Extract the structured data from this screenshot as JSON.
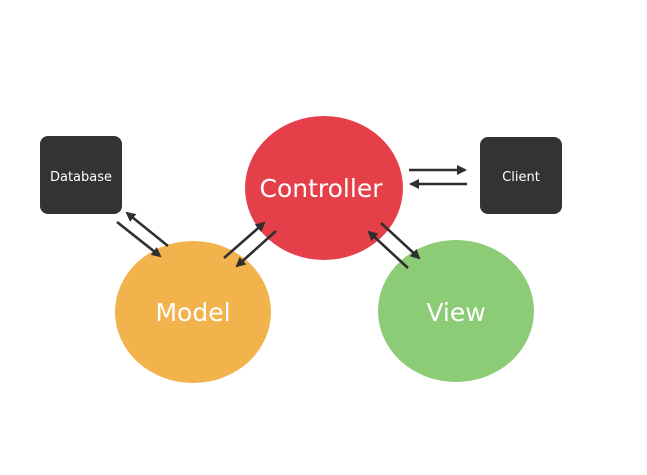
{
  "nodes": {
    "database": {
      "label": "Database",
      "color": "#333333"
    },
    "client": {
      "label": "Client",
      "color": "#333333"
    },
    "controller": {
      "label": "Controller",
      "color": "#e5404a"
    },
    "model": {
      "label": "Model",
      "color": "#f2b24c"
    },
    "view": {
      "label": "View",
      "color": "#8ccc77"
    }
  },
  "arrow_color": "#2f2f2f"
}
